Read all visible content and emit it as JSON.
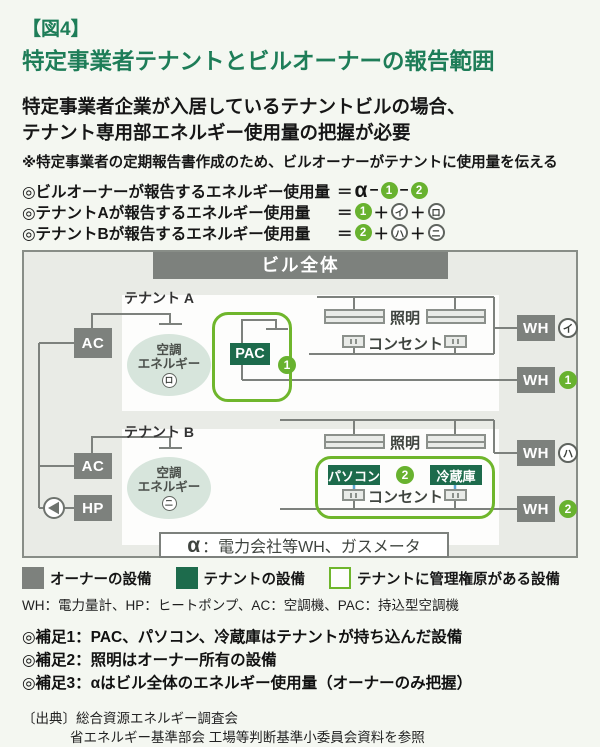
{
  "colors": {
    "accent_green": "#1e7d58",
    "bright_green": "#6fb62c",
    "dark_green": "#1d6b4c",
    "box_gray": "#7d817d",
    "circle_green": "#68b22f"
  },
  "header": {
    "figure_tag": "【図4】",
    "title": "特定事業者テナントとビルオーナーの報告範囲"
  },
  "intro": {
    "line1": "特定事業者企業が入居しているテナントビルの場合、",
    "line2": "テナント専用部エネルギー使用量の把握が必要",
    "note": "※特定事業者の定期報告書作成のため、ビルオーナーがテナントに使用量を伝える"
  },
  "formulas": [
    {
      "label": "◎ビルオーナーが報告するエネルギー使用量",
      "tokens": [
        {
          "t": "eq",
          "v": "＝"
        },
        {
          "t": "alpha",
          "v": "α"
        },
        {
          "t": "op",
          "v": "−"
        },
        {
          "t": "num",
          "v": "1"
        },
        {
          "t": "op",
          "v": "−"
        },
        {
          "t": "num",
          "v": "2"
        }
      ]
    },
    {
      "label": "◎テナントAが報告するエネルギー使用量",
      "tokens": [
        {
          "t": "eq",
          "v": "＝"
        },
        {
          "t": "num",
          "v": "1"
        },
        {
          "t": "op",
          "v": "＋"
        },
        {
          "t": "kana",
          "v": "イ"
        },
        {
          "t": "op",
          "v": "＋"
        },
        {
          "t": "kana",
          "v": "ロ"
        }
      ]
    },
    {
      "label": "◎テナントBが報告するエネルギー使用量",
      "tokens": [
        {
          "t": "eq",
          "v": "＝"
        },
        {
          "t": "num",
          "v": "2"
        },
        {
          "t": "op",
          "v": "＋"
        },
        {
          "t": "kana",
          "v": "ハ"
        },
        {
          "t": "op",
          "v": "＋"
        },
        {
          "t": "kana",
          "v": "ニ"
        }
      ]
    }
  ],
  "diagram": {
    "building_label": "ビル全体",
    "tenant_a": {
      "label": "テナント A",
      "ac": "AC",
      "aircon_line1": "空調",
      "aircon_line2": "エネルギー",
      "aircon_kana": "ロ",
      "pac": "PAC",
      "pac_num": "1",
      "lighting": "照明",
      "outlet": "コンセント",
      "meter_top_label": "WH",
      "meter_top_kana": "イ",
      "meter_bottom_label": "WH",
      "meter_bottom_num": "1"
    },
    "tenant_b": {
      "label": "テナント B",
      "ac": "AC",
      "hp": "HP",
      "aircon_line1": "空調",
      "aircon_line2": "エネルギー",
      "aircon_kana": "ニ",
      "pc": "パソコン",
      "fridge": "冷蔵庫",
      "devices_num": "2",
      "lighting": "照明",
      "outlet": "コンセント",
      "meter_top_label": "WH",
      "meter_top_kana": "ハ",
      "meter_bottom_label": "WH",
      "meter_bottom_num": "2"
    },
    "alpha_box": {
      "alpha": "α",
      "text": "：電力会社等WH、ガスメータ"
    }
  },
  "legend": {
    "items": [
      {
        "type": "owner",
        "label": "オーナーの設備"
      },
      {
        "type": "tenant",
        "label": "テナントの設備"
      },
      {
        "type": "managed",
        "label": "テナントに管理権原がある設備"
      }
    ],
    "abbreviations": "WH：電力量計、HP：ヒートポンプ、AC：空調機、PAC：持込型空調機"
  },
  "notes": [
    "◎補足1：PAC、パソコン、冷蔵庫はテナントが持ち込んだ設備",
    "◎補足2：照明はオーナー所有の設備",
    "◎補足3：αはビル全体のエネルギー使用量（オーナーのみ把握）"
  ],
  "source": {
    "line1": "〔出典〕総合資源エネルギー調査会",
    "line2": "省エネルギー基準部会 工場等判断基準小委員会資料を参照"
  }
}
